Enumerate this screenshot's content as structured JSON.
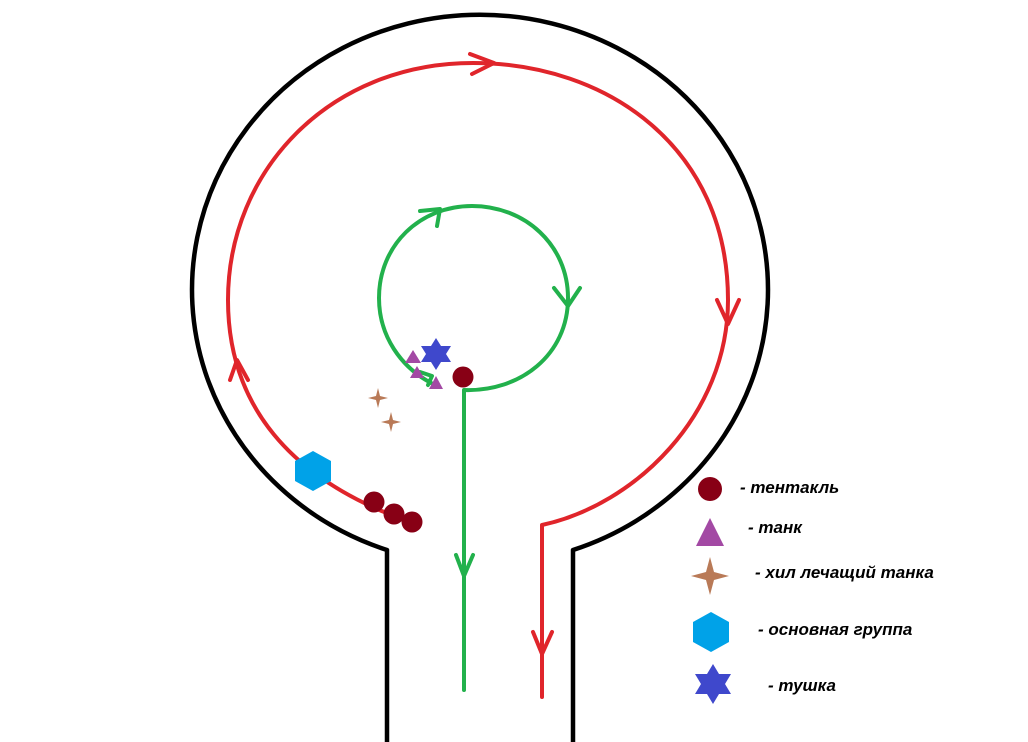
{
  "colors": {
    "background": "#ffffff",
    "wall": "#000000",
    "red_path": "#e0252b",
    "green_path": "#22b14c",
    "tentacle": "#880015",
    "tank": "#a349a4",
    "healer": "#b97a57",
    "group": "#00a2e8",
    "boss": "#3f48cc"
  },
  "legend": [
    {
      "icon": "tentacle-circle-icon",
      "label": "- тентакль"
    },
    {
      "icon": "tank-triangle-icon",
      "label": "- танк"
    },
    {
      "icon": "healer-star-icon",
      "label": "- хил лечащий танка"
    },
    {
      "icon": "group-hexagon-icon",
      "label": "- основная группа"
    },
    {
      "icon": "boss-star-icon",
      "label": "- тушка"
    }
  ]
}
